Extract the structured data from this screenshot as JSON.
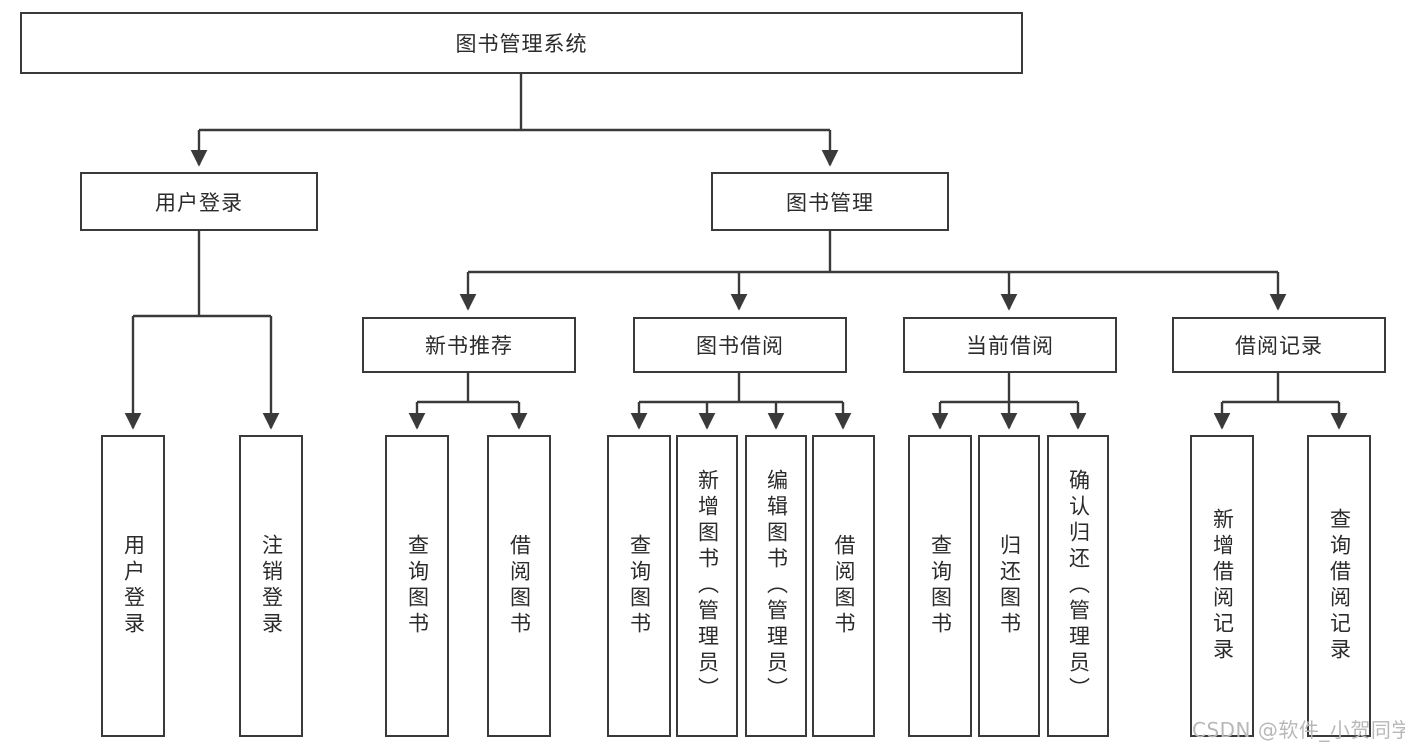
{
  "diagram": {
    "title": "图书管理系统",
    "type": "功能结构图",
    "levels": {
      "root": {
        "label": "图书管理系统"
      },
      "level2": [
        {
          "label": "用户登录"
        },
        {
          "label": "图书管理"
        }
      ],
      "level3": [
        {
          "label": "新书推荐"
        },
        {
          "label": "图书借阅"
        },
        {
          "label": "当前借阅"
        },
        {
          "label": "借阅记录"
        }
      ]
    },
    "leaves": {
      "user_login": [
        {
          "label": "用户登录"
        },
        {
          "label": "注销登录"
        }
      ],
      "new_book_recommend": [
        {
          "label": "查询图书"
        },
        {
          "label": "借阅图书"
        }
      ],
      "book_borrow": [
        {
          "label": "查询图书"
        },
        {
          "label": "新增图书（管理员）"
        },
        {
          "label": "编辑图书（管理员）"
        },
        {
          "label": "借阅图书"
        }
      ],
      "current_borrow": [
        {
          "label": "查询图书"
        },
        {
          "label": "归还图书"
        },
        {
          "label": "确认归还（管理员）"
        }
      ],
      "borrow_record": [
        {
          "label": "新增借阅记录"
        },
        {
          "label": "查询借阅记录"
        }
      ]
    }
  },
  "watermark": {
    "text": "CSDN @软件_小贺同学"
  },
  "colors": {
    "border": "#3a3a3a",
    "background": "#ffffff",
    "text": "#2b2b2b",
    "watermark": "#b8b8b8"
  }
}
